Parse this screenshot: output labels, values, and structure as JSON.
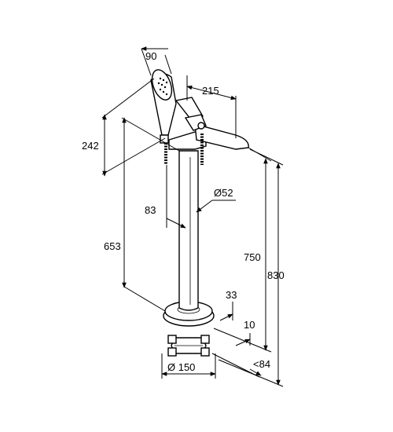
{
  "dimensions": {
    "handshower_angle": "90",
    "spout_reach": "215",
    "handshower_height": "242",
    "tube_diameter": "Ø52",
    "tube_offset": "83",
    "lower_height": "653",
    "spout_height": "750",
    "total_height": "830",
    "base_height": "33",
    "base_offset": "10",
    "base_diameter": "Ø 150",
    "base_depth": "<84"
  }
}
